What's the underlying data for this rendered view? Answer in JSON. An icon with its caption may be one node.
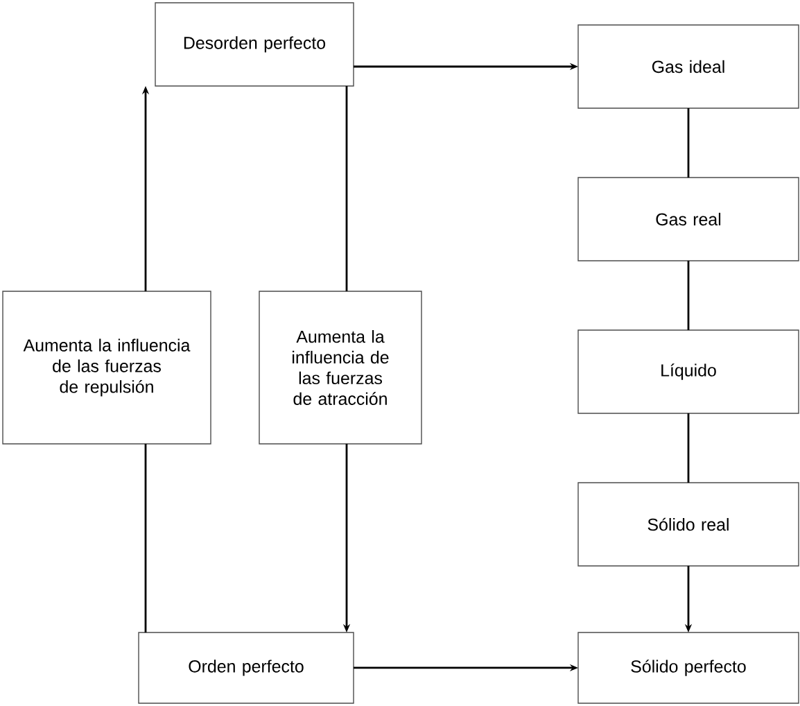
{
  "diagram": {
    "nodes": [
      {
        "text": [
          "Desorden perfecto"
        ]
      },
      {
        "text": [
          "Gas ideal"
        ]
      },
      {
        "text": [
          "Gas real"
        ]
      },
      {
        "text": [
          "Líquido"
        ]
      },
      {
        "text": [
          "Sólido real"
        ]
      },
      {
        "text": [
          "Aumenta la influencia de las fuerzas de repulsión"
        ]
      },
      {
        "text": [
          "Aumenta la influencia de las fuerzas de atracción"
        ]
      },
      {
        "text": [
          "Orden perfecto"
        ]
      },
      {
        "text": [
          "Sólido perfecto"
        ]
      }
    ],
    "edges": [
      {
        "from": 0,
        "to": 1,
        "arrow": "to"
      },
      {
        "from": 1,
        "to": 2,
        "arrow": "none"
      },
      {
        "from": 2,
        "to": 3,
        "arrow": "none"
      },
      {
        "from": 3,
        "to": 4,
        "arrow": "none"
      },
      {
        "from": 4,
        "to": 8,
        "arrow": "to"
      },
      {
        "from": 7,
        "to": 8,
        "arrow": "to"
      },
      {
        "from": 7,
        "to": 5,
        "arrow": "none"
      },
      {
        "from": 5,
        "to": 0,
        "arrow": "to"
      },
      {
        "from": 0,
        "to": 6,
        "arrow": "none"
      },
      {
        "from": 6,
        "to": 7,
        "arrow": "to"
      }
    ]
  }
}
